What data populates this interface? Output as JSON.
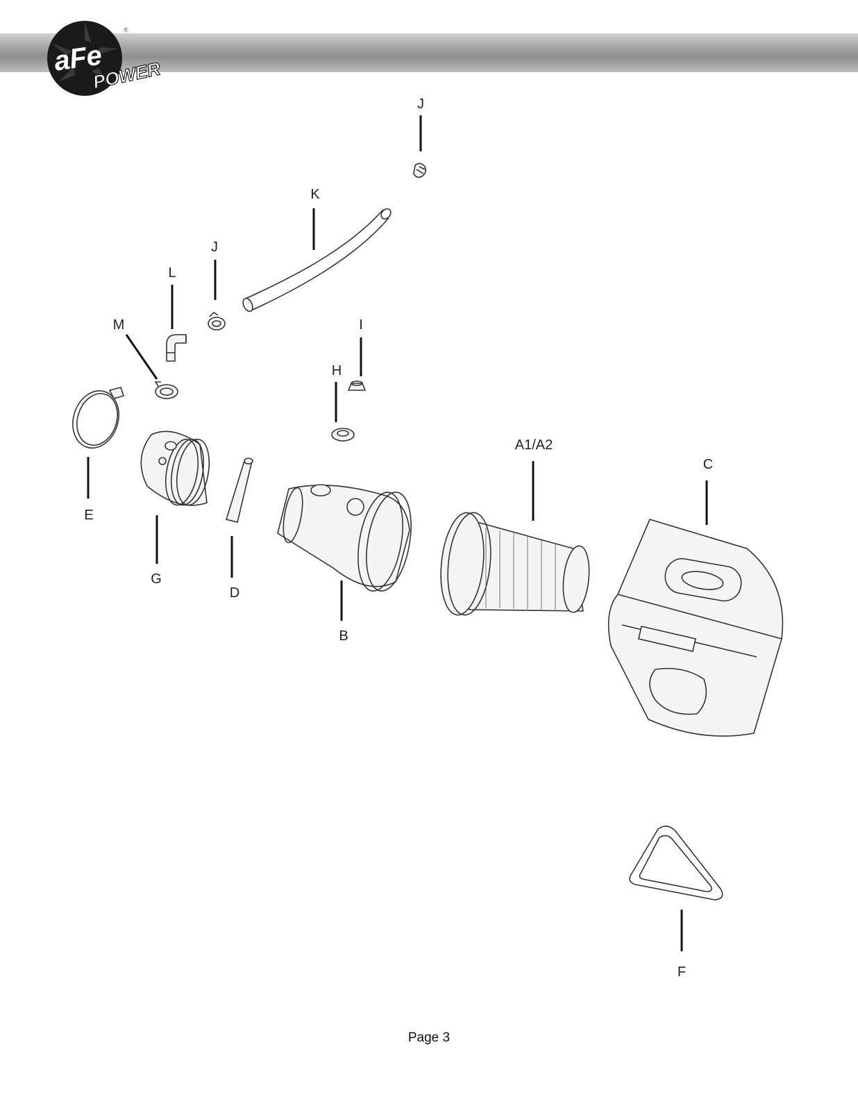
{
  "brand": {
    "logo_text": "aFe",
    "logo_sub": "POWER",
    "colors": {
      "logo_disc": "#1a1a1a",
      "header_gray": "#a6a6a6"
    }
  },
  "callouts": [
    {
      "id": "J_top",
      "label": "J"
    },
    {
      "id": "K",
      "label": "K"
    },
    {
      "id": "J_mid",
      "label": "J"
    },
    {
      "id": "L",
      "label": "L"
    },
    {
      "id": "M",
      "label": "M"
    },
    {
      "id": "I",
      "label": "I"
    },
    {
      "id": "H",
      "label": "H"
    },
    {
      "id": "A1A2",
      "label": "A1/A2"
    },
    {
      "id": "C",
      "label": "C"
    },
    {
      "id": "E",
      "label": "E"
    },
    {
      "id": "G",
      "label": "G"
    },
    {
      "id": "D",
      "label": "D"
    },
    {
      "id": "B",
      "label": "B"
    },
    {
      "id": "F",
      "label": "F"
    }
  ],
  "footer": {
    "page": "Page 3"
  }
}
